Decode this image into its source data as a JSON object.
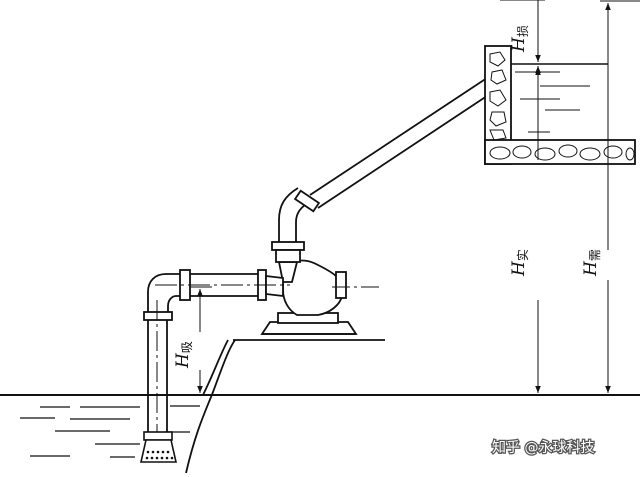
{
  "labels": {
    "h_loss": {
      "symbol": "H",
      "subscript": "损"
    },
    "h_actual": {
      "symbol": "H",
      "subscript": "实"
    },
    "h_need": {
      "symbol": "H",
      "subscript": "需"
    },
    "h_suction": {
      "symbol": "H",
      "subscript": "吸"
    }
  },
  "watermark": "知乎 @永球科技"
}
